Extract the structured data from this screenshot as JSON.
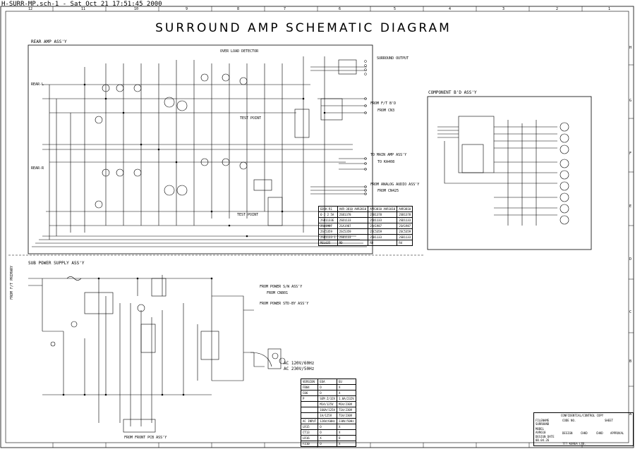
{
  "header": {
    "file_line": "H-SURR-MP.sch-1 - Sat Oct 21 17:51:45 2000"
  },
  "border": {
    "col_labels": [
      "12",
      "11",
      "10",
      "9",
      "8",
      "7",
      "6",
      "5",
      "4",
      "3",
      "2",
      "1"
    ],
    "row_labels": [
      "H",
      "G",
      "F",
      "E",
      "D",
      "C",
      "B",
      "A"
    ]
  },
  "title": "SURROUND AMP SCHEMATIC DIAGRAM",
  "sections": {
    "rear_amp": "REAR AMP ASS'Y",
    "overload": "OVER LOAD DETECTOR",
    "component": "COMPONENT B'D ASS'Y",
    "sub_power": "SUB POWER SUPPLY ASS'Y"
  },
  "labels": {
    "surround_output": "SURROUND OUTPUT",
    "from_fp_bd": "FROM F/T B'D",
    "from_cn2": "FROM CN3",
    "to_main_amp": "TO MAIN AMP ASS'Y",
    "to_main_sub": "TO KA408",
    "from_analog_audio": "FROM ANALOG AUDIO ASS'Y",
    "from_analog_sub": "FROM CN425",
    "rear_l": "REAR-L",
    "rear_r": "REAR-R",
    "from_ft_primary": "FROM F/T PRIMARY",
    "from_power_sw": "FROM POWER S/W ASS'Y",
    "from_power_sub": "FROM CN801",
    "from_power_stb": "FROM POWER STD-BY ASS'Y",
    "ac_label_1": "AC 120V/60Hz",
    "ac_label_2": "AC 230V/50Hz",
    "from_front_pcb": "FROM FRONT PCB ASS'Y",
    "test_point_1": "TEST POINT",
    "test_point_2": "TEST POINT"
  },
  "version_table_rear": {
    "rows": [
      [
        "EB5K-R1",
        "AVR-3810 AVR2810",
        "AVR3810 AVR1810",
        "AVR3810"
      ],
      [
        "6-2 2 5A",
        "2SB1378",
        "2SB1378",
        "2SB1378"
      ],
      [
        "2SD1133E",
        "2SD1133",
        "2SD1133",
        "2SD1133"
      ],
      [
        "2SA1987",
        "2SA1987",
        "2SA1987",
        "2SA1987"
      ],
      [
        "2SC5359",
        "2SC5359",
        "2SC5359",
        "2SC5359"
      ],
      [
        "2SB1133-1",
        "2SB1133",
        "2SB1133",
        "2SB1133"
      ],
      [
        "REL025",
        "RD",
        "RD",
        "R4"
      ]
    ]
  },
  "version_table_power": {
    "headers": [
      "VERSION",
      "EOA",
      "EU"
    ],
    "rows": [
      [
        "FB04",
        "O",
        "X"
      ],
      [
        "C06",
        "O",
        "X"
      ],
      [
        "P",
        "SEM Z/32V",
        "1.0A/232V"
      ],
      [
        "",
        "M1A/125V",
        "M1A/230V"
      ],
      [
        "",
        "160A/125V",
        "T1A/230V"
      ],
      [
        "",
        "1A/125V",
        "T1A/230V"
      ],
      [
        "AC INPUT",
        "120V/60Hz",
        "230V/50Hz"
      ],
      [
        "LR15",
        "O",
        "X"
      ],
      [
        "CT13",
        "O",
        "X"
      ],
      [
        "LR16",
        "X",
        "O"
      ],
      [
        "FZ10",
        "O",
        "X"
      ]
    ]
  },
  "title_block": {
    "confidential": "CONFIDENTIAL/CONTROL COPY",
    "filename_label": "FILENAME",
    "filename": "SURROUND",
    "code_label": "CODE NO.",
    "sheet_label": "SHEET",
    "model_label": "MODEL",
    "model": "AVR610",
    "design_date_label": "DESIGN DATE",
    "design_date": "00.04.26",
    "design": "DESIGN",
    "chkd1": "CHKD",
    "chkd2": "CHKD",
    "approval": "APPROVAL",
    "company": "TTT KOREA LTD."
  }
}
